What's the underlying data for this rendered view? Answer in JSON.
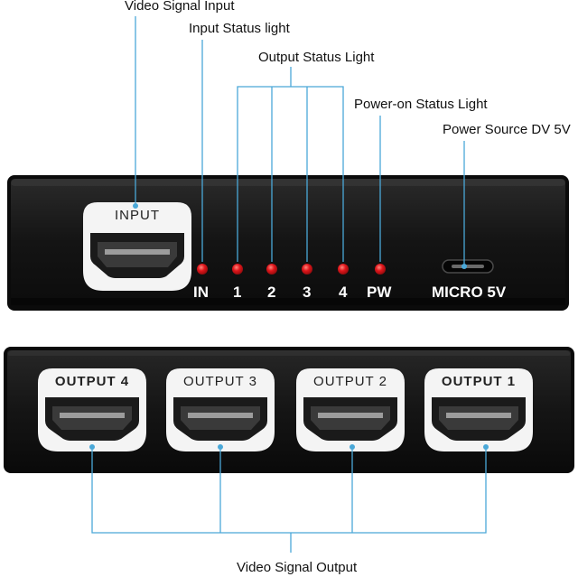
{
  "callouts": {
    "video_signal_input": "Video Signal Input",
    "input_status_light": "Input Status light",
    "output_status_light": "Output Status Light",
    "power_on_status_light": "Power-on Status Light",
    "power_source": "Power Source DV 5V",
    "video_signal_output": "Video Signal Output"
  },
  "front_panel": {
    "input_label": "INPUT",
    "led_labels": [
      "IN",
      "1",
      "2",
      "3",
      "4",
      "PW"
    ],
    "power_port_label": "MICRO 5V"
  },
  "back_panel": {
    "output_labels": [
      "OUTPUT 4",
      "OUTPUT 3",
      "OUTPUT 2",
      "OUTPUT 1"
    ]
  },
  "colors": {
    "leader_line": "#4aa8d8",
    "led": "#e0161b",
    "device_body": "#151515",
    "panel_label": "#ffffff"
  },
  "icons": {
    "hdmi_port": "hdmi-port-icon",
    "micro_usb_port": "micro-usb-port-icon",
    "led": "status-led-icon"
  }
}
